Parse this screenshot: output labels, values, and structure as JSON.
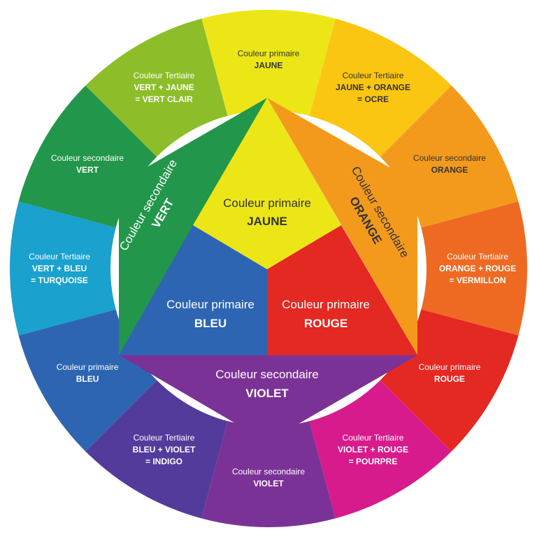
{
  "ring": [
    {
      "id": "jaune",
      "color": "#ece617",
      "text": "#333333",
      "cat": "Couleur primaire",
      "lines": [
        "JAUNE"
      ]
    },
    {
      "id": "ocre",
      "color": "#fbc612",
      "text": "#333333",
      "cat": "Couleur Tertiaire",
      "lines": [
        "JAUNE + ORANGE",
        "= OCRE"
      ]
    },
    {
      "id": "orange",
      "color": "#f39a1d",
      "text": "#333333",
      "cat": "Couleur secondaire",
      "lines": [
        "ORANGE"
      ]
    },
    {
      "id": "vermillon",
      "color": "#ee6a22",
      "text": "#ffffff",
      "cat": "Couleur Tertiaire",
      "lines": [
        "ORANGE + ROUGE",
        "= VERMILLON"
      ]
    },
    {
      "id": "rouge",
      "color": "#e42822",
      "text": "#ffffff",
      "cat": "Couleur primaire",
      "lines": [
        "ROUGE"
      ]
    },
    {
      "id": "pourpre",
      "color": "#d81b8c",
      "text": "#ffffff",
      "cat": "Couleur Tertiaire",
      "lines": [
        "VIOLET + ROUGE",
        "= POURPRE"
      ]
    },
    {
      "id": "violet",
      "color": "#7b3296",
      "text": "#ffffff",
      "cat": "Couleur secondaire",
      "lines": [
        "VIOLET"
      ]
    },
    {
      "id": "indigo",
      "color": "#533b9b",
      "text": "#ffffff",
      "cat": "Couleur Tertiaire",
      "lines": [
        "BLEU + VIOLET",
        "= INDIGO"
      ]
    },
    {
      "id": "bleu",
      "color": "#2e65b2",
      "text": "#ffffff",
      "cat": "Couleur primaire",
      "lines": [
        "BLEU"
      ]
    },
    {
      "id": "turquoise",
      "color": "#1aa1cd",
      "text": "#ffffff",
      "cat": "Couleur Tertiaire",
      "lines": [
        "VERT + BLEU",
        "= TURQUOISE"
      ]
    },
    {
      "id": "vert",
      "color": "#22964a",
      "text": "#ffffff",
      "cat": "Couleur secondaire",
      "lines": [
        "VERT"
      ]
    },
    {
      "id": "vert-clair",
      "color": "#8dbe2a",
      "text": "#ffffff",
      "cat": "Couleur Tertiaire",
      "lines": [
        "VERT + JAUNE",
        "= VERT CLAIR"
      ]
    }
  ],
  "center": {
    "jaune": {
      "color": "#ece617",
      "text": "#333333",
      "cat": "Couleur primaire",
      "name": "JAUNE"
    },
    "bleu": {
      "color": "#2e65b2",
      "text": "#ffffff",
      "cat": "Couleur primaire",
      "name": "BLEU"
    },
    "rouge": {
      "color": "#e42822",
      "text": "#ffffff",
      "cat": "Couleur primaire",
      "name": "ROUGE"
    },
    "vert": {
      "color": "#22964a",
      "text": "#ffffff",
      "cat": "Couleur secondaire",
      "name": "VERT"
    },
    "orange": {
      "color": "#f39a1d",
      "text": "#333333",
      "cat": "Couleur secondaire",
      "name": "ORANGE"
    },
    "violet": {
      "color": "#7b3296",
      "text": "#ffffff",
      "cat": "Couleur secondaire",
      "name": "VIOLET"
    }
  }
}
